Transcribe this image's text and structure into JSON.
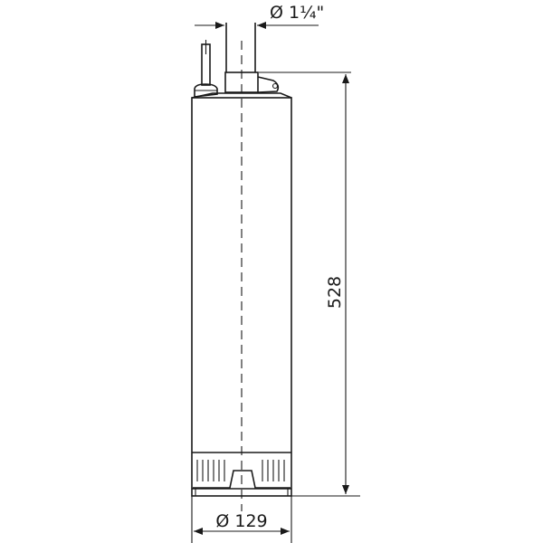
{
  "drawing": {
    "pipe_diameter_label": "Ø 1¼\"",
    "height_label": "528",
    "body_diameter_label": "Ø 129",
    "line_color": "#1a1a1a"
  }
}
